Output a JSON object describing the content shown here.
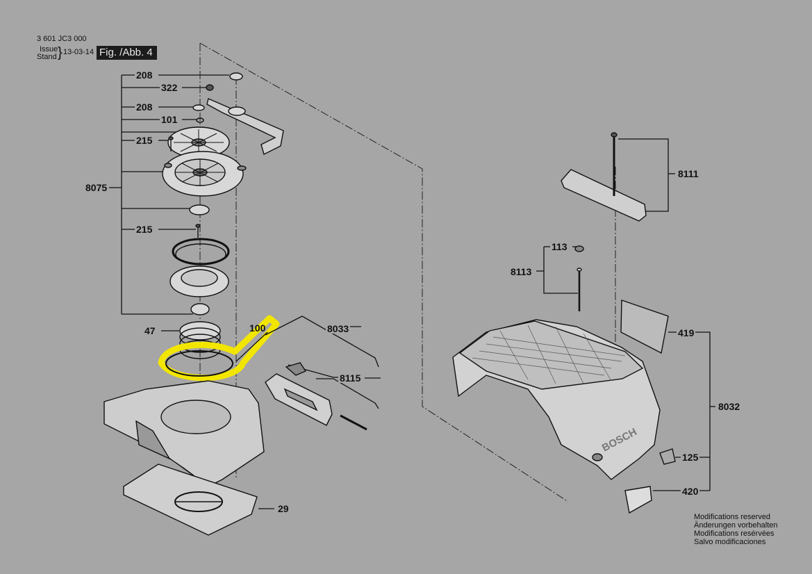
{
  "header": {
    "doc_number": "3 601 JC3 000",
    "issue_label": "Issue",
    "stand_label": "Stand",
    "date": "13-03-14",
    "figure": "Fig. /Abb. 4"
  },
  "brand_text": "BOSCH",
  "part_labels": {
    "p208a": "208",
    "p322": "322",
    "p208b": "208",
    "p101": "101",
    "p215a": "215",
    "p8075": "8075",
    "p215b": "215",
    "p47": "47",
    "p100": "100",
    "p8033": "8033",
    "p8115": "8115",
    "p29": "29",
    "p8111": "8111",
    "p113": "113",
    "p8113": "8113",
    "p419": "419",
    "p8032": "8032",
    "p125": "125",
    "p420": "420"
  },
  "modifications": [
    "Modifications reserved",
    "Änderungen vorbehalten",
    "Modifications resérvées",
    "Salvo modificaciones"
  ],
  "colors": {
    "background": "#a6a6a6",
    "highlight": "#f2e600",
    "line": "#111111"
  }
}
